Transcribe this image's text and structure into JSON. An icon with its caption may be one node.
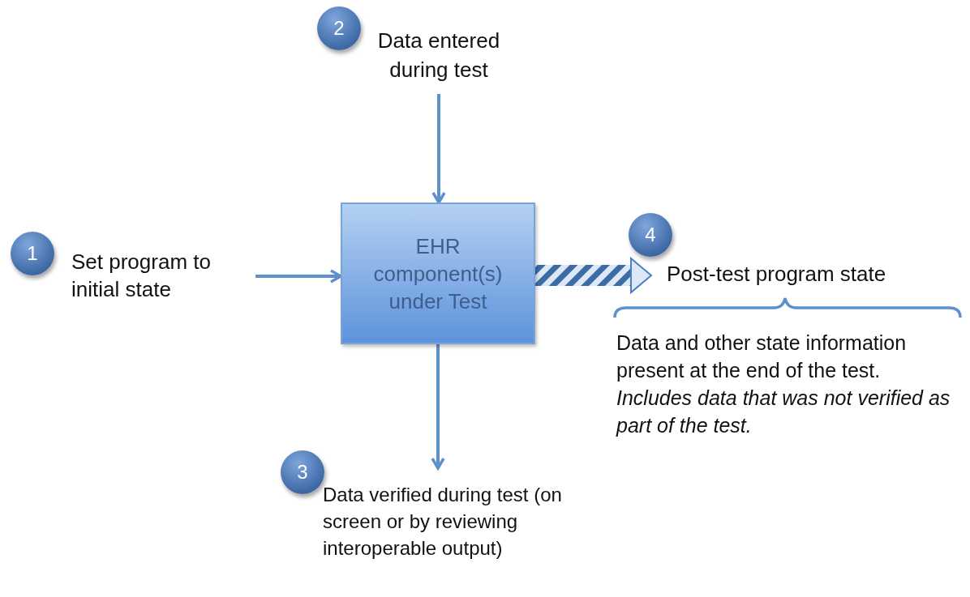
{
  "diagram": {
    "nodes": [
      {
        "text": [
          "1"
        ]
      },
      {
        "text": [
          "Set program to initial state"
        ]
      },
      {
        "text": [
          "2"
        ]
      },
      {
        "text": [
          "Data entered during test"
        ]
      },
      {
        "text": [
          "EHR component(s) under Test"
        ]
      },
      {
        "text": [
          "3"
        ]
      },
      {
        "text": [
          "Data verified during test (on screen or by reviewing interoperable output)"
        ]
      },
      {
        "text": [
          "4"
        ]
      },
      {
        "text": [
          "Post-test program state"
        ]
      }
    ],
    "edges": [
      {
        "from": 1,
        "to": 4,
        "arrow": "to"
      },
      {
        "from": 3,
        "to": 4,
        "arrow": "to"
      },
      {
        "from": 4,
        "to": 6,
        "arrow": "to"
      },
      {
        "from": 4,
        "to": 8,
        "arrow": "to",
        "style": "thick"
      }
    ],
    "labels": [
      "Data and other state information present at the end of the test.",
      "Includes data that was not verified as part of the test."
    ]
  }
}
